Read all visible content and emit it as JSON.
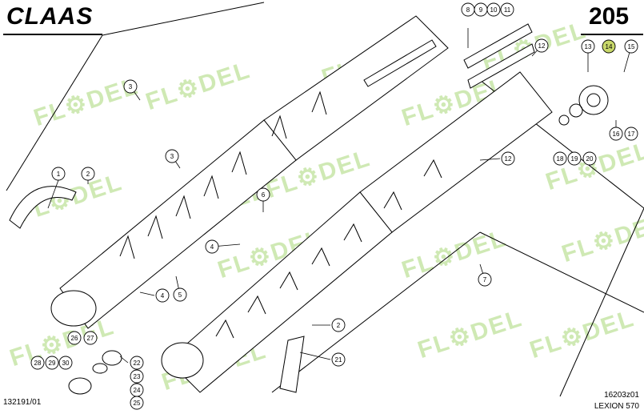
{
  "header": {
    "brand": "CLAAS",
    "page_number": "205"
  },
  "footer": {
    "left_code": "132191/01",
    "right_code": "16203z01",
    "model": "LEXION 570"
  },
  "watermark": {
    "text": "FL⚙DEL",
    "color": "#bfe29c"
  },
  "callouts": [
    "1",
    "2",
    "3",
    "3",
    "4",
    "4",
    "5",
    "6",
    "7",
    "8",
    "9",
    "10",
    "11",
    "12",
    "12",
    "13",
    "14",
    "15",
    "16",
    "17",
    "18",
    "19",
    "20",
    "2",
    "21",
    "22",
    "23",
    "24",
    "25",
    "26",
    "27",
    "28",
    "29",
    "30"
  ],
  "highlight_color": "#c8d86a"
}
